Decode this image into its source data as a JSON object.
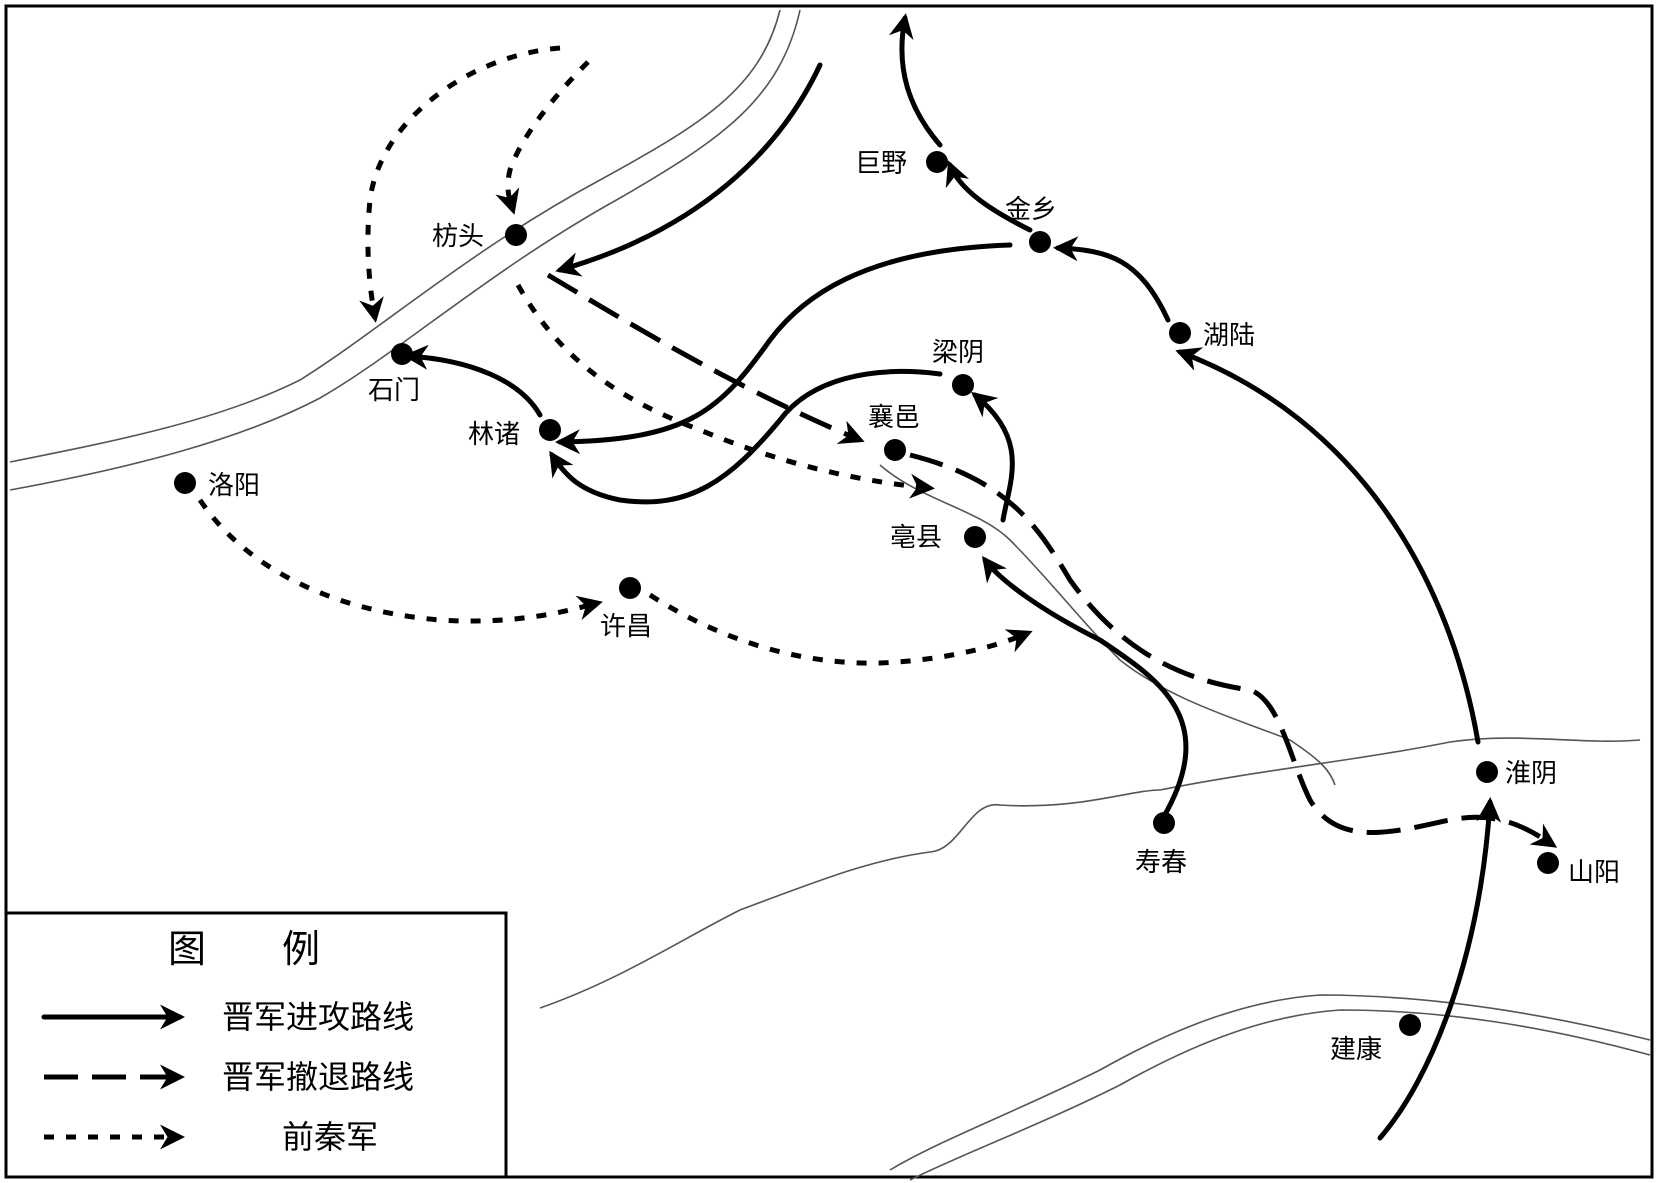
{
  "cities": {
    "fangtou": "枋头",
    "shimen": "石门",
    "linzhu": "林诸",
    "luoyang": "洛阳",
    "xuchang": "许昌",
    "juye": "巨野",
    "jinxiang": "金乡",
    "huluo": "湖陆",
    "liangyin": "梁阴",
    "xiangyi": "襄邑",
    "boxian": "亳县",
    "shouchun": "寿春",
    "huaiyin": "淮阴",
    "shanyang": "山阳",
    "jiankang": "建康"
  },
  "legend": {
    "title": "图　　例",
    "attack": "晋军进攻路线",
    "retreat": "晋军撤退路线",
    "qin": "前秦军"
  }
}
